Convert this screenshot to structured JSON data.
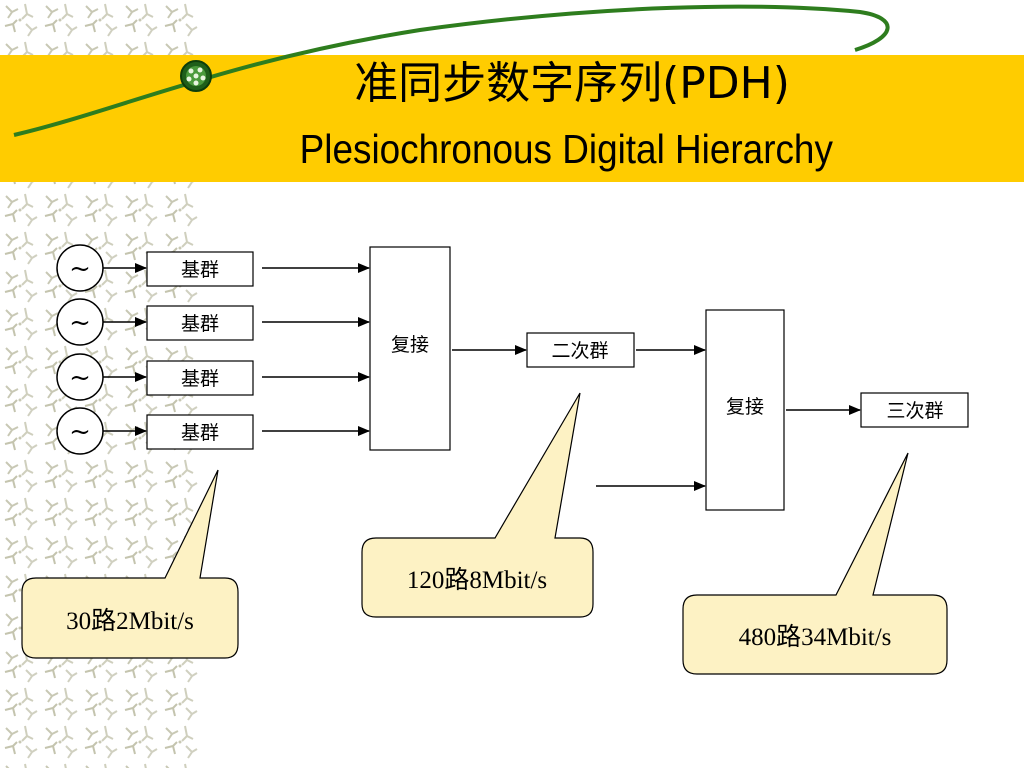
{
  "title": {
    "line1": "准同步数字序列(PDH)",
    "line2": "Plesiochronous Digital Hierarchy"
  },
  "colors": {
    "title_band": "#ffcc00",
    "callout_fill": "#fdf2c4",
    "swoosh": "#2e7d1e"
  },
  "diagram": {
    "sources": [
      {
        "symbol": "~"
      },
      {
        "symbol": "~"
      },
      {
        "symbol": "~"
      },
      {
        "symbol": "~"
      }
    ],
    "primary_groups": [
      "基群",
      "基群",
      "基群",
      "基群"
    ],
    "mux1_label": "复接",
    "secondary_group": "二次群",
    "mux2_label": "复接",
    "tertiary_group": "三次群",
    "callouts": {
      "primary": "30路2Mbit/s",
      "secondary": "120路8Mbit/s",
      "tertiary": "480路34Mbit/s"
    }
  }
}
